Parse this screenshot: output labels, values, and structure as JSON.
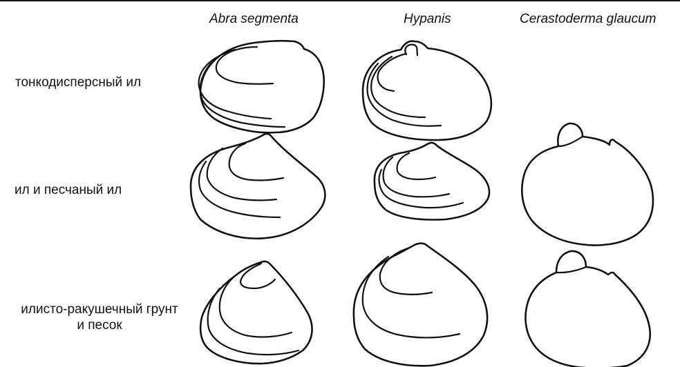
{
  "columns": [
    {
      "species": "Abra segmenta"
    },
    {
      "species": "Hypanis"
    },
    {
      "species": "Cerastoderma glaucum"
    }
  ],
  "rows": [
    {
      "substrate": "тонкодисперсный ил"
    },
    {
      "substrate": "ил и песчаный ил"
    },
    {
      "substrate_line1": "илисто-ракушечный грунт",
      "substrate_line2": "и песок"
    }
  ],
  "cells": [
    [
      "shell-outline",
      "shell-outline",
      null
    ],
    [
      "shell-outline",
      "shell-outline",
      "shell-outline"
    ],
    [
      "shell-outline",
      "shell-outline",
      "shell-outline"
    ]
  ]
}
